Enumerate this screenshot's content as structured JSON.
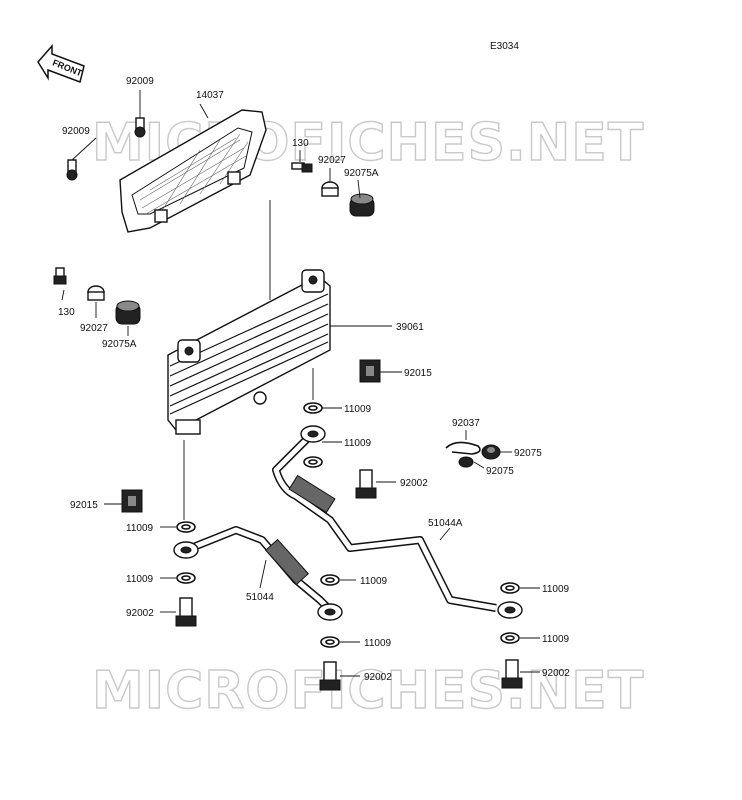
{
  "diagram_code": "E3034",
  "front_label": "FRONT",
  "watermark": "MICROFICHES.NET",
  "labels": {
    "l14037": "14037",
    "l92009a": "92009",
    "l92009b": "92009",
    "l130a": "130",
    "l92027a": "92027",
    "l92075Aa": "92075A",
    "l130b": "130",
    "l92027b": "92027",
    "l92075Ab": "92075A",
    "l39061": "39061",
    "l92015a": "92015",
    "l11009a": "11009",
    "l11009b": "11009",
    "l92002a": "92002",
    "l92037": "92037",
    "l92075a": "92075",
    "l92075b": "92075",
    "l51044A": "51044A",
    "l92015b": "92015",
    "l11009c": "11009",
    "l11009d": "11009",
    "l11009e": "11009",
    "l92002b": "92002",
    "l51044": "51044",
    "l11009f": "11009",
    "l11009g": "11009",
    "l11009h": "11009",
    "l92002c": "92002",
    "l92002d": "92002"
  }
}
